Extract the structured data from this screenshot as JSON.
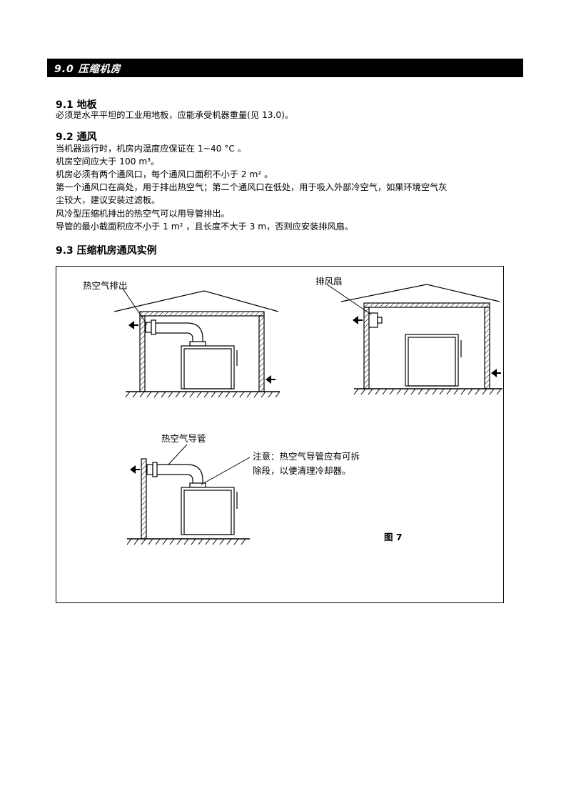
{
  "section": {
    "title": "9.0 压缩机房"
  },
  "floor": {
    "heading": "9.1 地板",
    "text": "必须是水平平坦的工业用地板，应能承受机器重量(见 13.0)。"
  },
  "ventilation": {
    "heading": "9.2 通风",
    "lines": [
      "当机器运行时，机房内温度应保证在 1~40 °C 。",
      "机房空间应大于 100 m³。",
      "机房必须有两个通风口，每个通风口面积不小于 2 m² 。",
      "第一个通风口在高处，用于排出热空气；第二个通风口在低处，用于吸入外部冷空气，如果环境空气灰",
      "尘较大，建议安装过滤板。",
      "风冷型压缩机排出的热空气可以用导管排出。",
      "导管的最小截面积应不小于 1 m² ，且长度不大于 3 m，否则应安装排风扇。"
    ]
  },
  "example": {
    "heading": "9.3 压缩机房通风实例",
    "labels": {
      "hot_air_out": "热空气排出",
      "exhaust_fan": "排风扇",
      "hot_air_duct": "热空气导管",
      "note_line1": "注意：热空气导管应有可拆",
      "note_line2": "除段，以便清理冷却器。"
    },
    "figure_caption": "图 7"
  }
}
